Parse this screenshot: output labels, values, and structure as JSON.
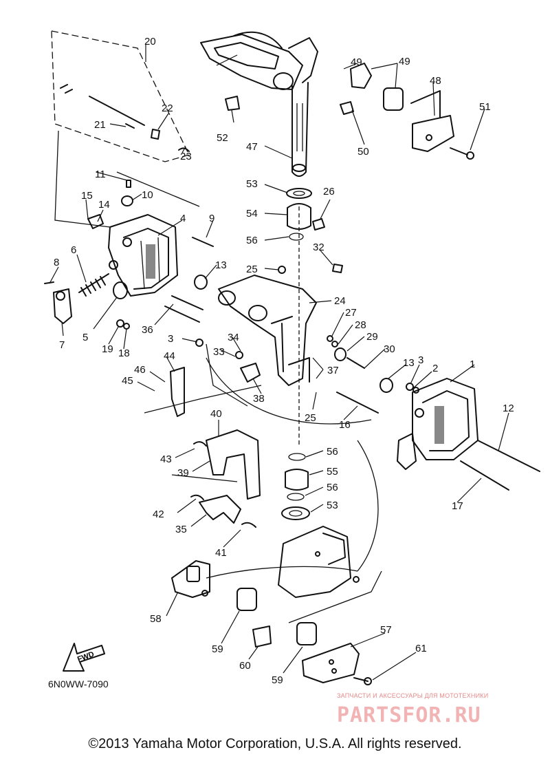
{
  "diagram": {
    "parts": [
      {
        "id": "1",
        "label": "1"
      },
      {
        "id": "2",
        "label": "2"
      },
      {
        "id": "3a",
        "label": "3"
      },
      {
        "id": "3b",
        "label": "3"
      },
      {
        "id": "4",
        "label": "4"
      },
      {
        "id": "5",
        "label": "5"
      },
      {
        "id": "6",
        "label": "6"
      },
      {
        "id": "7",
        "label": "7"
      },
      {
        "id": "8",
        "label": "8"
      },
      {
        "id": "9",
        "label": "9"
      },
      {
        "id": "10",
        "label": "10"
      },
      {
        "id": "11",
        "label": "11"
      },
      {
        "id": "12",
        "label": "12"
      },
      {
        "id": "13a",
        "label": "13"
      },
      {
        "id": "13b",
        "label": "13"
      },
      {
        "id": "14",
        "label": "14"
      },
      {
        "id": "15",
        "label": "15"
      },
      {
        "id": "16",
        "label": "16"
      },
      {
        "id": "17",
        "label": "17"
      },
      {
        "id": "18",
        "label": "18"
      },
      {
        "id": "19",
        "label": "19"
      },
      {
        "id": "20",
        "label": "20"
      },
      {
        "id": "21",
        "label": "21"
      },
      {
        "id": "22",
        "label": "22"
      },
      {
        "id": "23",
        "label": "23"
      },
      {
        "id": "24",
        "label": "24"
      },
      {
        "id": "25a",
        "label": "25"
      },
      {
        "id": "25b",
        "label": "25"
      },
      {
        "id": "26",
        "label": "26"
      },
      {
        "id": "27",
        "label": "27"
      },
      {
        "id": "28",
        "label": "28"
      },
      {
        "id": "29",
        "label": "29"
      },
      {
        "id": "30",
        "label": "30"
      },
      {
        "id": "32",
        "label": "32"
      },
      {
        "id": "33",
        "label": "33"
      },
      {
        "id": "34",
        "label": "34"
      },
      {
        "id": "35",
        "label": "35"
      },
      {
        "id": "36",
        "label": "36"
      },
      {
        "id": "37",
        "label": "37"
      },
      {
        "id": "38",
        "label": "38"
      },
      {
        "id": "39",
        "label": "39"
      },
      {
        "id": "40",
        "label": "40"
      },
      {
        "id": "41",
        "label": "41"
      },
      {
        "id": "42",
        "label": "42"
      },
      {
        "id": "43",
        "label": "43"
      },
      {
        "id": "44",
        "label": "44"
      },
      {
        "id": "45",
        "label": "45"
      },
      {
        "id": "46",
        "label": "46"
      },
      {
        "id": "47",
        "label": "47"
      },
      {
        "id": "48",
        "label": "48"
      },
      {
        "id": "49",
        "label": "49"
      },
      {
        "id": "50",
        "label": "50"
      },
      {
        "id": "51",
        "label": "51"
      },
      {
        "id": "52",
        "label": "52"
      },
      {
        "id": "53a",
        "label": "53"
      },
      {
        "id": "53b",
        "label": "53"
      },
      {
        "id": "54",
        "label": "54"
      },
      {
        "id": "55",
        "label": "55"
      },
      {
        "id": "56a",
        "label": "56"
      },
      {
        "id": "56b",
        "label": "56"
      },
      {
        "id": "56c",
        "label": "56"
      },
      {
        "id": "57",
        "label": "57"
      },
      {
        "id": "58",
        "label": "58"
      },
      {
        "id": "59a",
        "label": "59"
      },
      {
        "id": "59b",
        "label": "59"
      },
      {
        "id": "60",
        "label": "60"
      },
      {
        "id": "61",
        "label": "61"
      }
    ],
    "fwd_label": "FWD",
    "doc_code": "6N0WW-7090"
  },
  "watermark": {
    "caption": "ЗАПЧАСТИ И АКСЕССУАРЫ ДЛЯ МОТОТЕХНИКИ",
    "logo": "PARTSFOR.RU"
  },
  "footer": {
    "copyright": "©2013 Yamaha Motor Corporation, U.S.A. All rights reserved."
  }
}
